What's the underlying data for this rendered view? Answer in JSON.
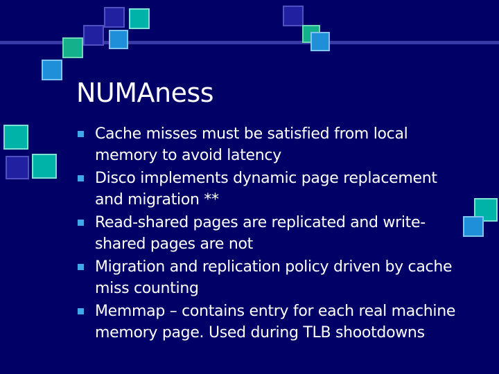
{
  "slide": {
    "title": "NUMAness",
    "bullets": [
      "Cache misses must be satisfied from local memory to avoid latency",
      "Disco implements dynamic page replacement and migration **",
      "Read-shared pages are replicated and write-shared pages are not",
      "Migration and replication policy driven by cache miss counting",
      "Memmap – contains entry for each real machine memory page. Used during TLB shootdowns"
    ]
  },
  "theme": {
    "background": "#000066",
    "text": "#ffffff",
    "bullet": "#40a8e8",
    "accent_teal": "#00b3a8",
    "accent_blue": "#1e8fd8"
  }
}
